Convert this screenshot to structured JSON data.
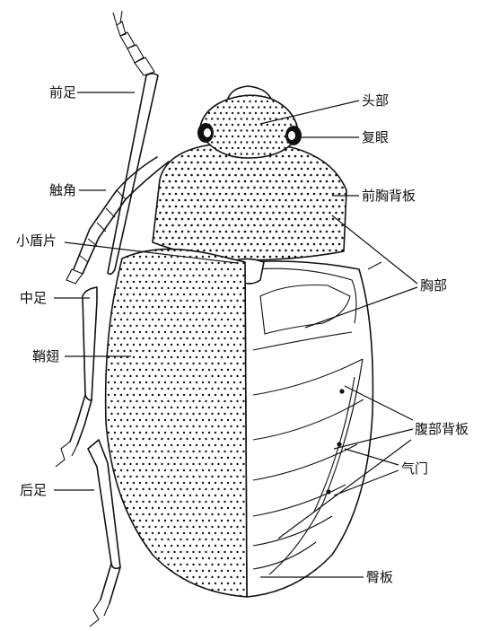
{
  "diagram": {
    "labels": {
      "foreleg": "前足",
      "head": "头部",
      "compound_eye": "复眼",
      "antenna": "触角",
      "pronotum": "前胸背板",
      "scutellum": "小盾片",
      "thorax": "胸部",
      "midleg": "中足",
      "elytron": "鞘翅",
      "abdominal_tergites": "腹部背板",
      "spiracle": "气门",
      "hindleg": "后足",
      "pygidium": "臀板"
    }
  }
}
